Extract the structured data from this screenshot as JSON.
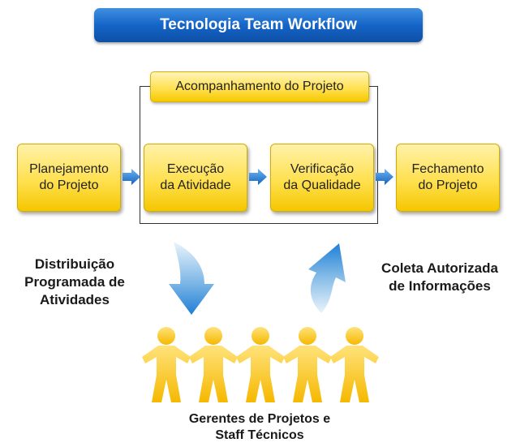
{
  "title": "Tecnologia Team Workflow",
  "tracking": "Acompanhamento do Projeto",
  "steps": [
    {
      "line1": "Planejamento",
      "line2": "do Projeto"
    },
    {
      "line1": "Execução",
      "line2": "da Atividade"
    },
    {
      "line1": "Verificação",
      "line2": "da Qualidade"
    },
    {
      "line1": "Fechamento",
      "line2": "do Projeto"
    }
  ],
  "left_label": [
    "Distribuição",
    "Programada de",
    "Atividades"
  ],
  "right_label": [
    "Coleta Autorizada",
    "de Informações"
  ],
  "bottom_label": [
    "Gerentes de Projetos e",
    "Staff Técnicos"
  ],
  "colors": {
    "title_blue": "#1565c8",
    "box_yellow": "#ffe04f",
    "arrow_blue": "#1f7fd6",
    "people_yellow": "#ffcc33"
  },
  "icons": [
    "arrow-right-icon",
    "curved-arrow-down-icon",
    "curved-arrow-up-icon",
    "people-chain-icon"
  ]
}
